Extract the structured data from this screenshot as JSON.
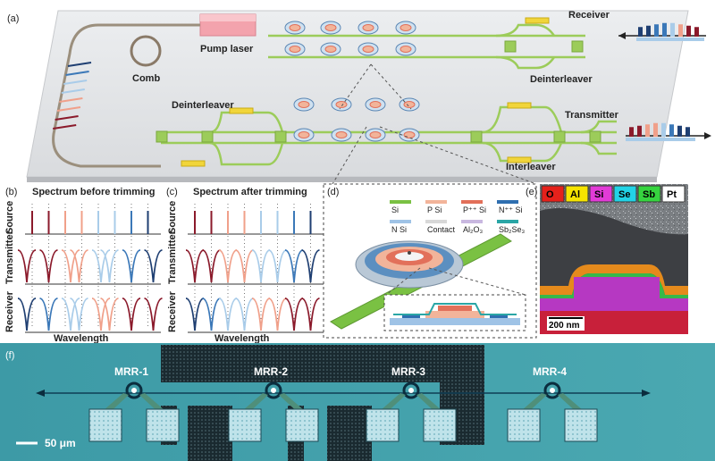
{
  "panel_a": {
    "label": "(a)",
    "pump_laser": "Pump laser",
    "comb": "Comb",
    "receiver": "Receiver",
    "transmitter": "Transmitter",
    "deinterleaver_top": "Deinterleaver",
    "deinterleaver_left": "Deinterleaver",
    "interleaver": "Interleaver"
  },
  "panel_b": {
    "label": "(b)",
    "title": "Spectrum before trimming",
    "row_source": "Source",
    "row_transmitter": "Transmitter",
    "row_receiver": "Receiver",
    "xlabel": "Wavelength"
  },
  "panel_c": {
    "label": "(c)",
    "title": "Spectrum after trimming",
    "row_source": "Source",
    "row_transmitter": "Transmitter",
    "row_receiver": "Receiver",
    "xlabel": "Wavelength"
  },
  "panel_d": {
    "label": "(d)",
    "legend": [
      {
        "name": "Si",
        "color": "#7ac143"
      },
      {
        "name": "P Si",
        "color": "#f2b49a"
      },
      {
        "name": "P⁺⁺ Si",
        "color": "#e2705a"
      },
      {
        "name": "N⁺⁺ Si",
        "color": "#2f6fb0"
      },
      {
        "name": "N Si",
        "color": "#9fc3e6"
      },
      {
        "name": "Contact",
        "color": "#d8d8d8"
      },
      {
        "name": "Al₂O₃",
        "color": "#c9b8e0"
      },
      {
        "name": "Sb₂Se₃",
        "color": "#2aa6a6"
      }
    ]
  },
  "panel_e": {
    "label": "(e)",
    "elements": [
      {
        "name": "O",
        "color": "#e5211b",
        "text": "#000"
      },
      {
        "name": "Al",
        "color": "#f6e400",
        "text": "#000"
      },
      {
        "name": "Si",
        "color": "#e23bd7",
        "text": "#000"
      },
      {
        "name": "Se",
        "color": "#22d3e6",
        "text": "#000"
      },
      {
        "name": "Sb",
        "color": "#36d43f",
        "text": "#000"
      },
      {
        "name": "Pt",
        "color": "#ffffff",
        "text": "#000"
      }
    ],
    "scale": "200 nm"
  },
  "panel_f": {
    "label": "(f)",
    "rings": [
      "MRR-1",
      "MRR-2",
      "MRR-3",
      "MRR-4"
    ],
    "scale": "50 μm"
  },
  "colors": {
    "dark_red": "#8b1a2b",
    "salmon": "#f0a08a",
    "light_blue": "#a9cce9",
    "blue": "#3b78b8",
    "navy": "#1f3f72",
    "waveguide": "#9ccc5a"
  }
}
